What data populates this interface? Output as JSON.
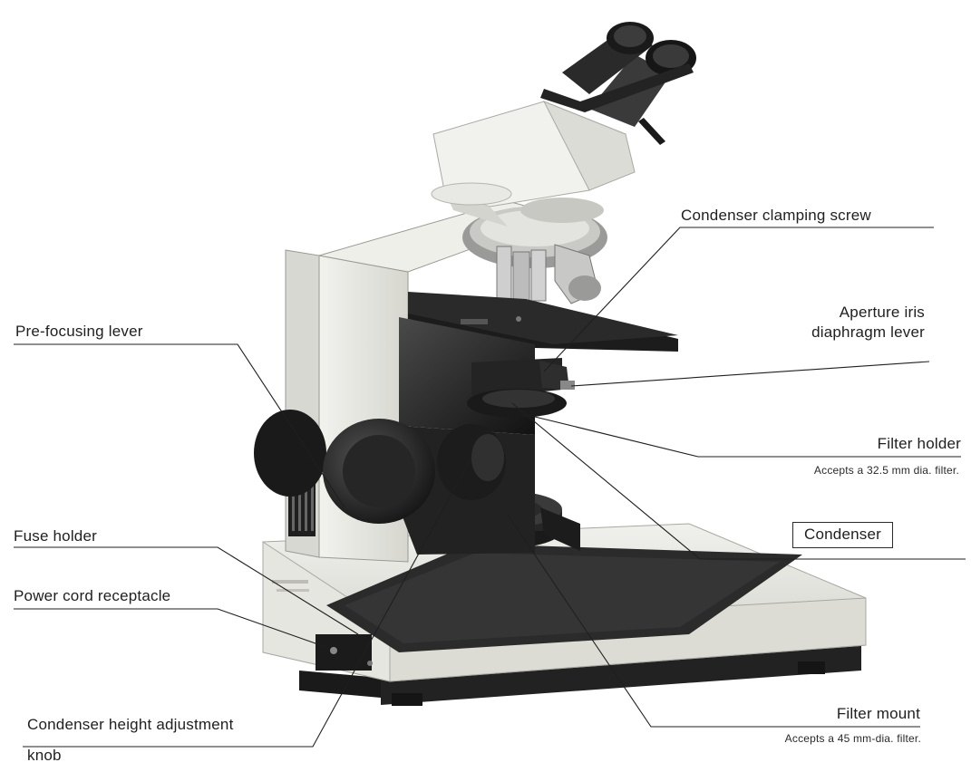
{
  "labels": {
    "condenser_clamping_screw": "Condenser clamping screw",
    "aperture_iris_line1": "Aperture iris",
    "aperture_iris_line2": "diaphragm lever",
    "pre_focusing_lever": "Pre-focusing lever",
    "filter_holder": "Filter holder",
    "filter_holder_note": "Accepts a 32.5 mm dia. filter.",
    "condenser": "Condenser",
    "fuse_holder": "Fuse holder",
    "power_cord_receptacle": "Power cord receptacle",
    "filter_mount": "Filter mount",
    "filter_mount_note": "Accepts a 45 mm-dia. filter.",
    "condenser_height_line1": "Condenser height adjustment",
    "condenser_height_line2": "knob"
  },
  "colors": {
    "ink": "#1f1f1f",
    "body_light": "#e8e8e3",
    "body_shade": "#c9c9c2",
    "dark_metal": "#1e1e1e",
    "mid_metal": "#3a3a3a"
  }
}
